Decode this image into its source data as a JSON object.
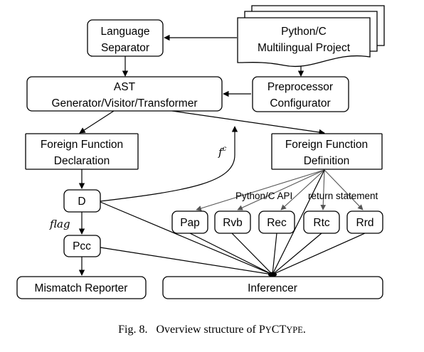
{
  "nodes": {
    "language_separator": [
      "Language",
      "Separator"
    ],
    "project": [
      "Python/C",
      "Multilingual Project"
    ],
    "ast": [
      "AST",
      "Generator/Visitor/Transformer"
    ],
    "preprocessor": [
      "Preprocessor",
      "Configurator"
    ],
    "ffdecl": [
      "Foreign Function",
      "Declaration"
    ],
    "ffdef": [
      "Foreign Function",
      "Definition"
    ],
    "d": "D",
    "pcc": "Pcc",
    "pap": "Pap",
    "rvb": "Rvb",
    "rec": "Rec",
    "rtc": "Rtc",
    "rrd": "Rrd",
    "mismatch": "Mismatch Reporter",
    "inferencer": "Inferencer"
  },
  "edge_labels": {
    "fc": "f",
    "fc_sup": "c",
    "flag": "flag",
    "python_c_api": "Python/C API",
    "return_statement": "return statement"
  },
  "caption": {
    "prefix": "Fig. 8.   Overview structure of ",
    "name_p": "P",
    "name_y": "Y",
    "name_ct": "CT",
    "name_ype": "YPE",
    "suffix": "."
  }
}
